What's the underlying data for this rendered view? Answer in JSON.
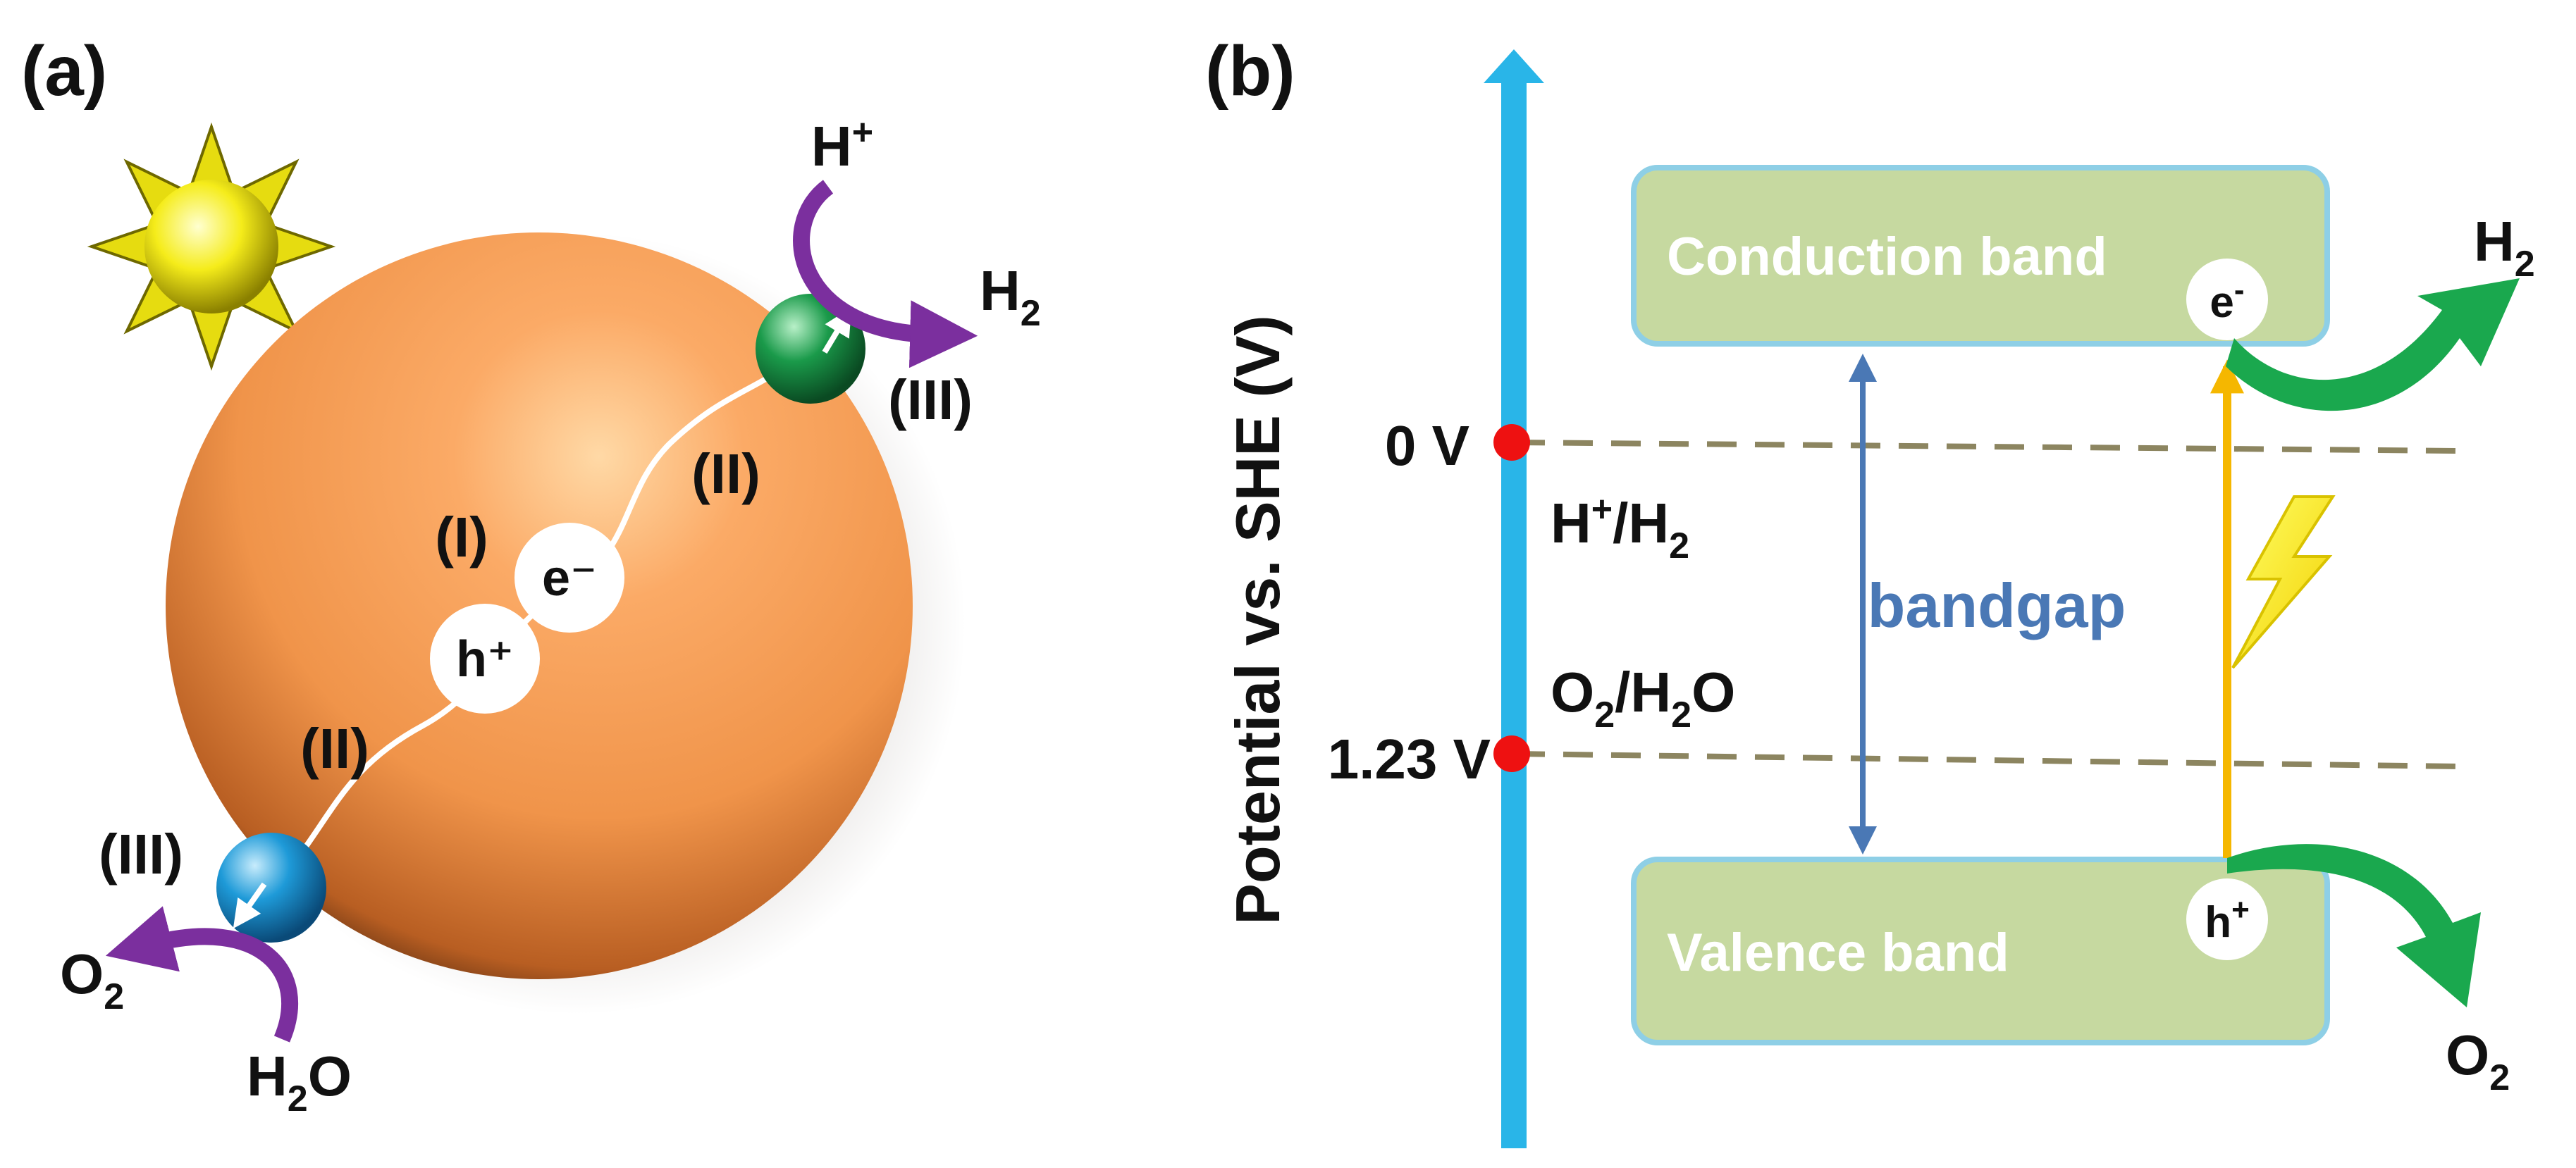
{
  "panel_a": {
    "label": "(a)",
    "step_one": "(I)",
    "step_two_upper": "(II)",
    "step_two_lower": "(II)",
    "step_three_upper": "(III)",
    "step_three_lower": "(III)",
    "electron": "e⁻",
    "hole": "h⁺",
    "proton_base": "H",
    "proton_sup": "+",
    "hydrogen_base": "H",
    "hydrogen_sub": "2",
    "oxygen_base": "O",
    "oxygen_sub": "2",
    "water_h": "H",
    "water_sub": "2",
    "water_o": "O"
  },
  "panel_b": {
    "label": "(b)",
    "axis_label": "Potential vs. SHE (V)",
    "zero_v": "0 V",
    "v_123": "1.23 V",
    "h_couple_a": "H",
    "h_couple_sup": "+",
    "h_couple_b": "/H",
    "h_couple_sub": "2",
    "o_couple_a": "O",
    "o_couple_sub": "2",
    "o_couple_b": "/H",
    "o_couple_sub2": "2",
    "o_couple_c": "O",
    "conduction_band": "Conduction band",
    "valence_band": "Valence band",
    "bandgap": "bandgap",
    "electron_base": "e",
    "electron_sup": "-",
    "hole_base": "h",
    "hole_sup": "+",
    "h2_base": "H",
    "h2_sub": "2",
    "o2_base": "O",
    "o2_sub": "2"
  },
  "colors": {
    "sphere": "#f0944a",
    "axis": "#29b5e8",
    "band": "#c6d9a0",
    "band_border": "#8ecfe6",
    "band_text": "#ffffff",
    "bandgap_text": "#4a78b5",
    "redox_marker": "#ee1111",
    "dashed_line": "#8c8560",
    "excitation_arrow": "#f5b700",
    "product_arrow": "#1aa84e",
    "reaction_arrow": "#7b2f9e",
    "cocatalyst_top": "#1a9a4a",
    "cocatalyst_bottom": "#1e9ad8"
  },
  "icons": [
    "sun-icon",
    "lightning-icon"
  ]
}
